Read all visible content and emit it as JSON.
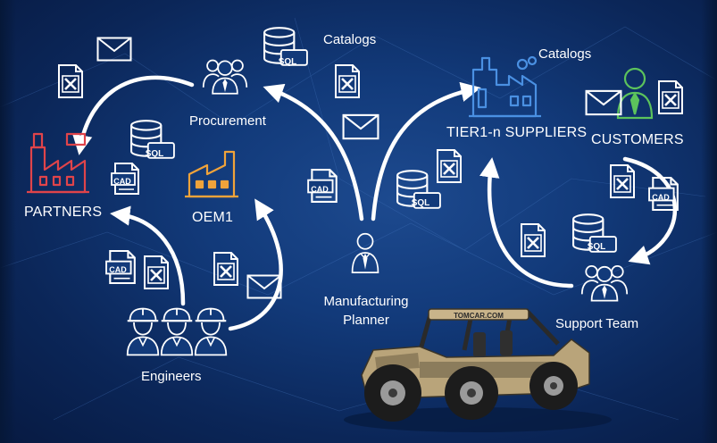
{
  "labels": {
    "catalogs_left": "Catalogs",
    "catalogs_right": "Catalogs",
    "procurement": "Procurement",
    "partners": "PARTNERS",
    "oem": "OEM1",
    "engineers": "Engineers",
    "planner_line1": "Manufacturing",
    "planner_line2": "Planner",
    "suppliers": "TIER1-n SUPPLIERS",
    "customers": "CUSTOMERS",
    "support": "Support Team"
  },
  "doc_tags": {
    "sql": "SQL",
    "cad": "CAD",
    "excel": "X"
  },
  "vehicle_brand": "TOMCAR.COM",
  "colors": {
    "background": "#123a7a",
    "text": "#ffffff",
    "partners_icon": "#e0444a",
    "oem_icon": "#f0a33a",
    "suppliers_icon": "#4a90e2",
    "customers_icon": "#5cc35c"
  }
}
